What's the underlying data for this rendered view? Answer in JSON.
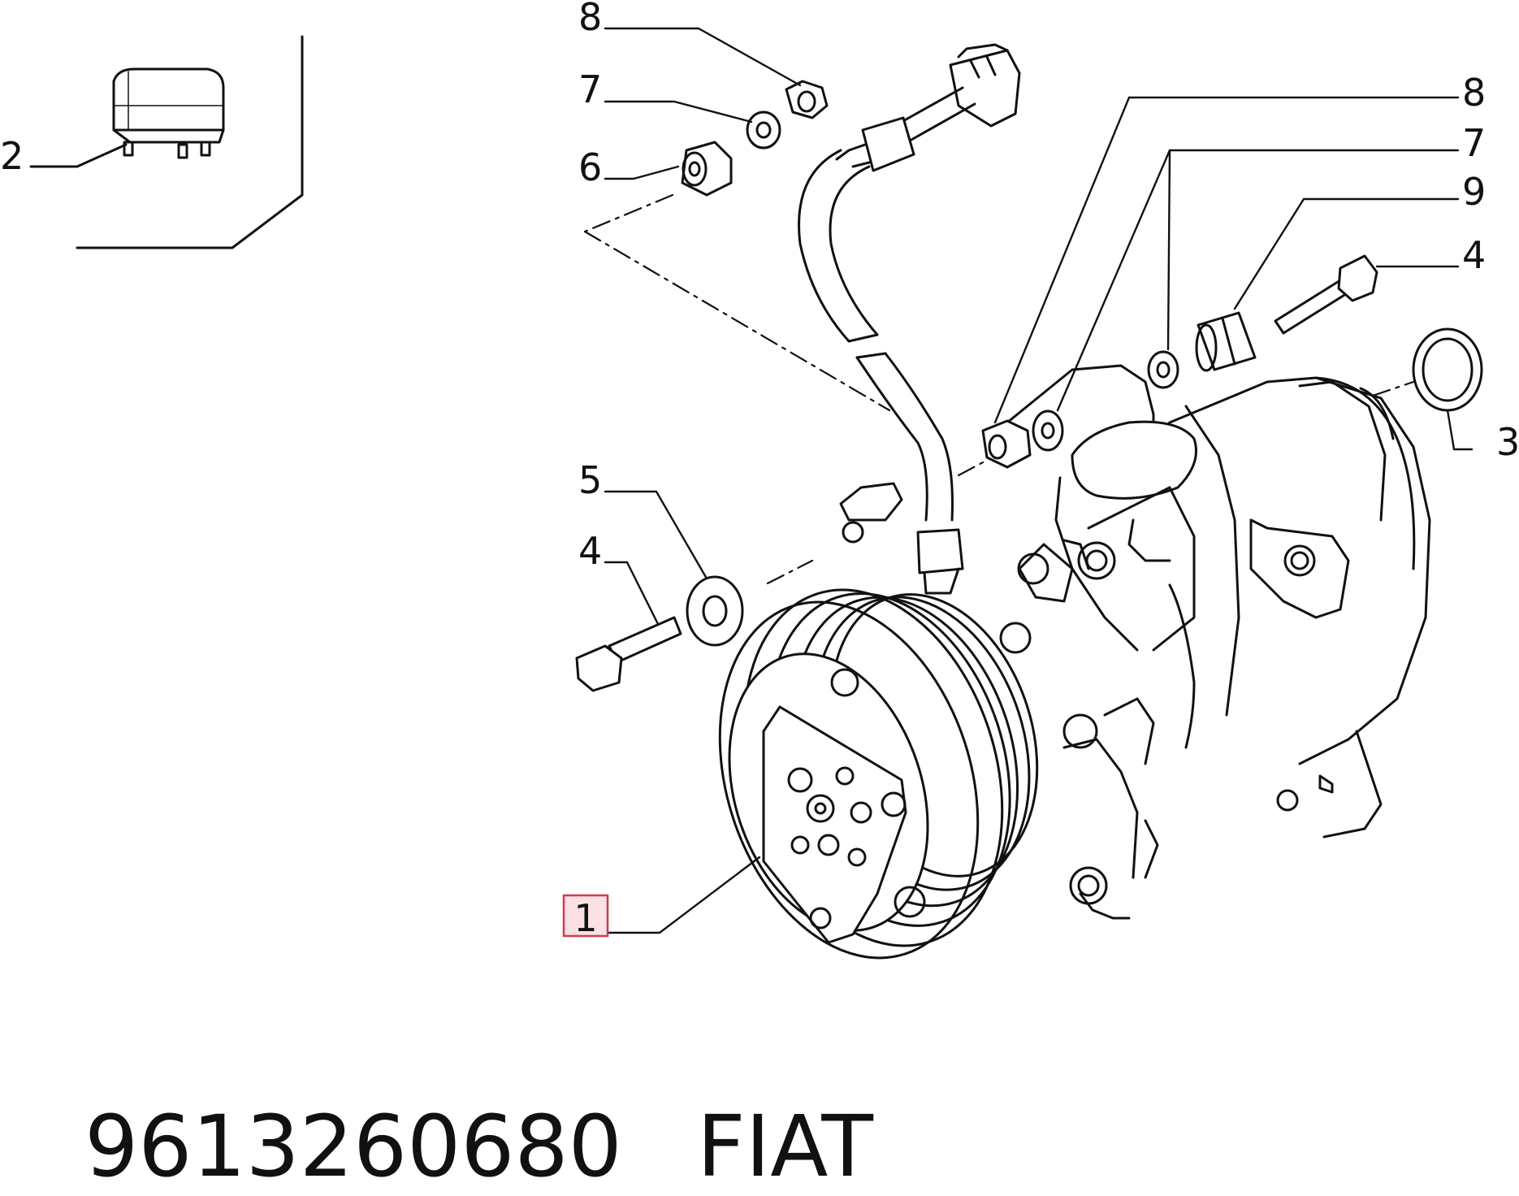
{
  "callouts": {
    "c1": "1",
    "c2": "2",
    "c3": "3",
    "c4a": "4",
    "c4b": "4",
    "c5": "5",
    "c6": "6",
    "c7a": "7",
    "c7b": "7",
    "c8a": "8",
    "c8b": "8",
    "c9": "9"
  },
  "footer": {
    "part_number": "9613260680",
    "brand": "FIAT"
  },
  "colors": {
    "line": "#111111",
    "highlight_border": "#d23a4a",
    "highlight_fill": "#fbe1e4"
  }
}
